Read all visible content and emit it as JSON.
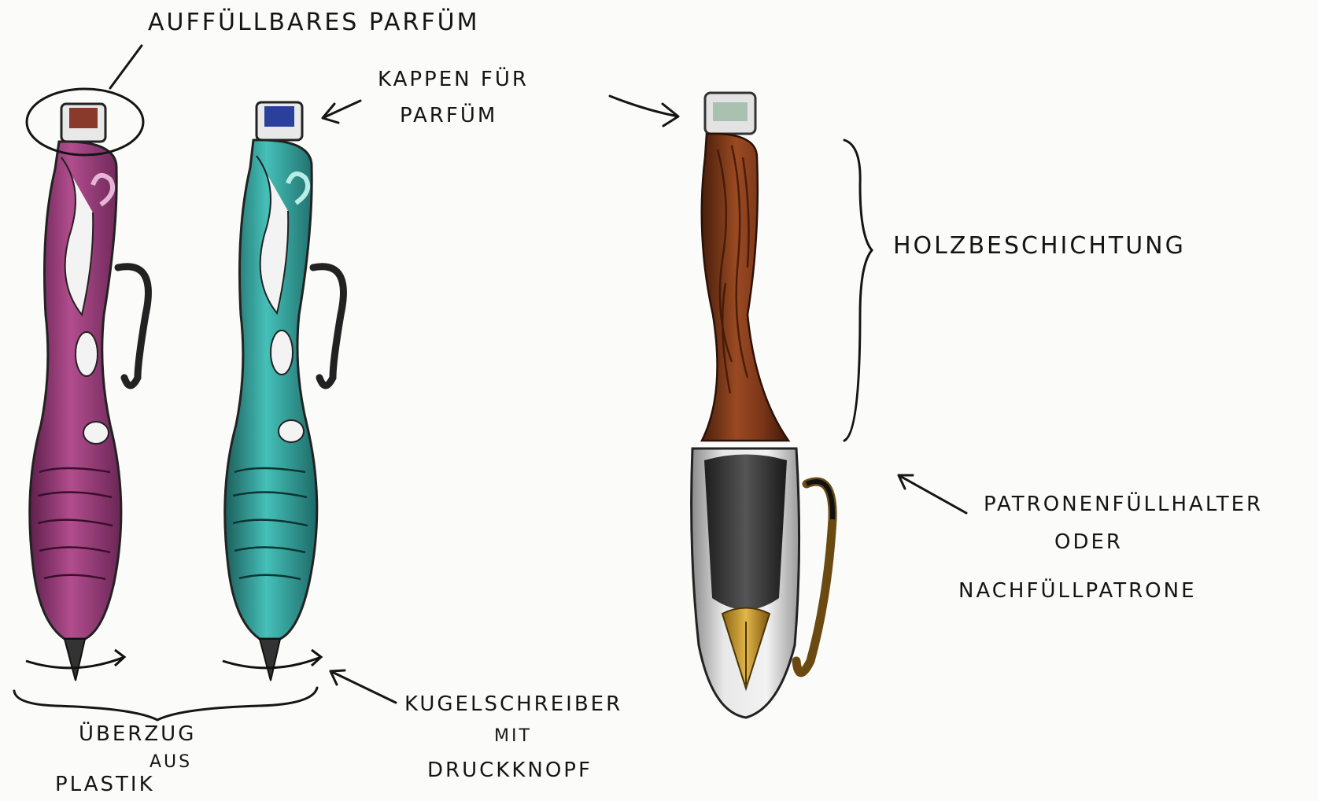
{
  "labels": {
    "refill_perfume": "AUFFÜLLBARES PARFÜM",
    "caps_line1": "KAPPEN FÜR",
    "caps_line2": "PARFÜM",
    "wood_coating": "HOLZBESCHICHTUNG",
    "cartridge_line1": "PATRONENFÜLLHALTER",
    "cartridge_line2": "ODER",
    "cartridge_line3": "NACHFÜLLPATRONE",
    "ballpoint_line1": "KUGELSCHREIBER",
    "ballpoint_line2": "MIT",
    "ballpoint_line3": "DRUCKKNOPF",
    "cover_line1": "ÜBERZUG",
    "cover_line2": "AUS",
    "cover_line3": "PLASTIK"
  },
  "colors": {
    "pink_body": "#a0437f",
    "teal_body": "#2fa5a0",
    "wood": "#7a3a1c",
    "red_cap": "#8a3a2a",
    "blue_cap": "#2b3f9c",
    "sketch_ink": "#151515"
  }
}
